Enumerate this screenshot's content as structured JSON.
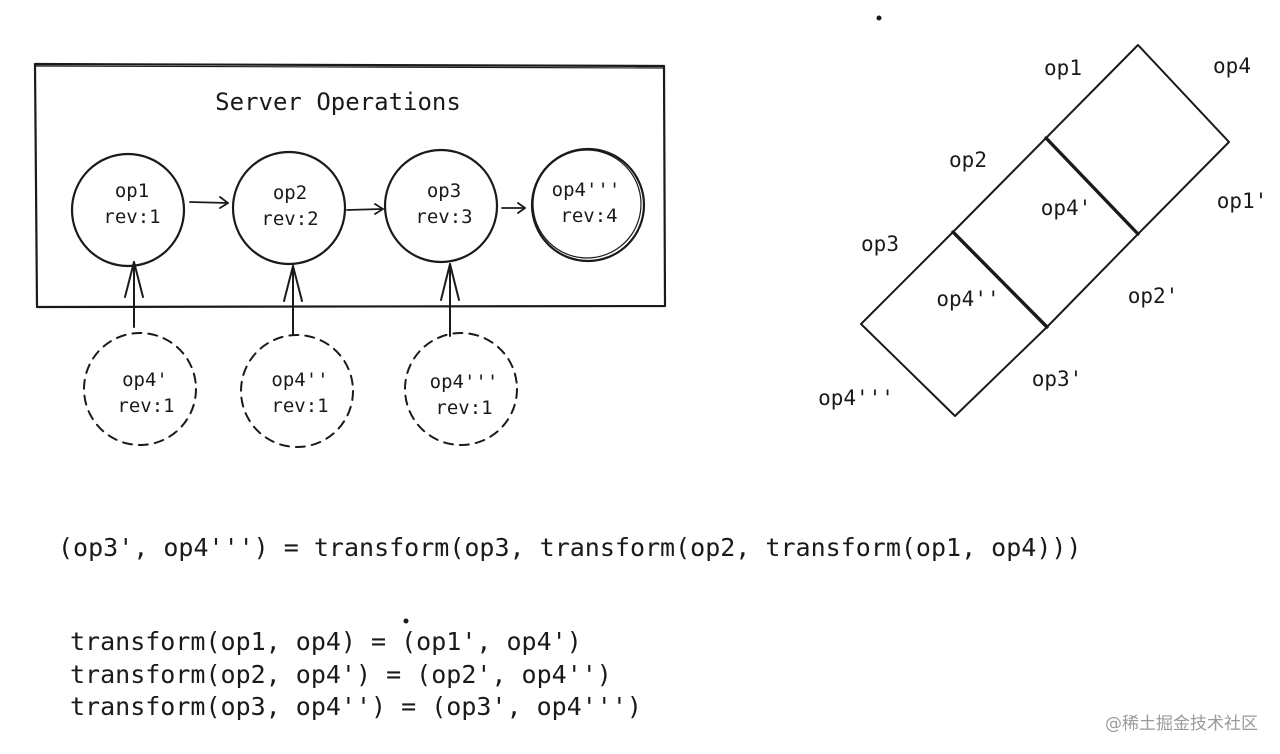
{
  "server_box": {
    "title": "Server Operations"
  },
  "server_ops": [
    {
      "op": "op1",
      "rev": "rev:1"
    },
    {
      "op": "op2",
      "rev": "rev:2"
    },
    {
      "op": "op3",
      "rev": "rev:3"
    },
    {
      "op": "op4'''",
      "rev": "rev:4"
    }
  ],
  "client_ops": [
    {
      "op": "op4'",
      "rev": "rev:1"
    },
    {
      "op": "op4''",
      "rev": "rev:1"
    },
    {
      "op": "op4'''",
      "rev": "rev:1"
    }
  ],
  "diamond_labels": {
    "op1": "op1",
    "op4": "op4",
    "op2": "op2",
    "op4p": "op4'",
    "op1p": "op1'",
    "op3": "op3",
    "op4pp": "op4''",
    "op2p": "op2'",
    "op3p": "op3'",
    "op4ppp": "op4'''"
  },
  "formula_main": "(op3', op4''') = transform(op3, transform(op2, transform(op1, op4)))",
  "formula_lines": [
    "transform(op1, op4) = (op1', op4')",
    "transform(op2, op4') = (op2', op4'')",
    "transform(op3, op4'') = (op3', op4''')"
  ],
  "watermark": "@稀土掘金技术社区"
}
